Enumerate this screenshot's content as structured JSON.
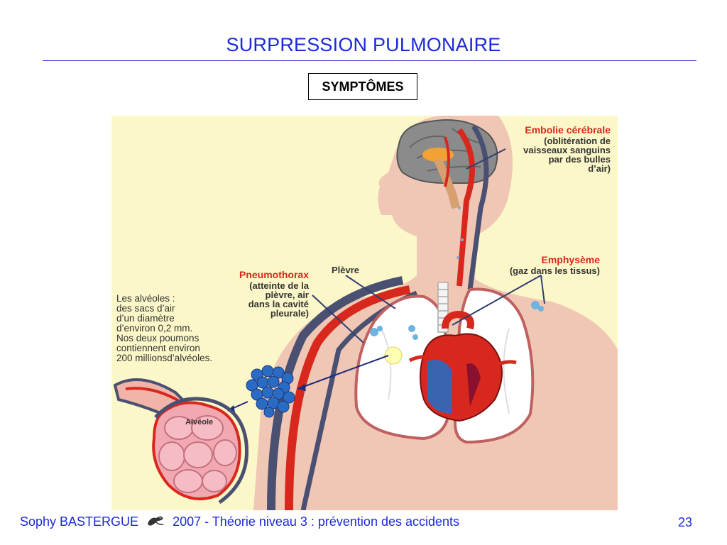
{
  "slide": {
    "title": "SURPRESSION PULMONAIRE",
    "section": "SYMPTÔMES"
  },
  "figure": {
    "labels": {
      "embolie_title": "Embolie cérébrale",
      "embolie_desc": [
        "(oblitération de",
        "vaisseaux sanguins",
        "par des bulles",
        "d’air)"
      ],
      "emphyseme_title": "Emphysème",
      "emphyseme_desc": "(gaz dans les tissus)",
      "pneumothorax_title": "Pneumothorax",
      "pneumothorax_desc": [
        "(atteinte de la",
        "plèvre, air",
        "dans la cavité",
        "pleurale)"
      ],
      "plevre": "Plèvre",
      "alveoles_text": [
        "Les alvéoles :",
        "des sacs d’air",
        "d’un diamètre",
        "d’environ 0,2 mm.",
        "Nos deux poumons",
        "contiennent environ",
        "200 millionsd’alvéoles."
      ],
      "alveole": "Alvéole"
    },
    "colors": {
      "background": "#fbf7c8",
      "skin": "#f0c7b4",
      "artery": "#d8281e",
      "vein": "#4a5072",
      "lung": "#ffffff",
      "heart_blue": "#3a63b0"
    }
  },
  "footer": {
    "author": "Sophy BASTERGUE",
    "logo_icon": "diver-seahorse-icon",
    "text": "2007 - Théorie niveau 3 : prévention des accidents",
    "page_number": "23"
  }
}
